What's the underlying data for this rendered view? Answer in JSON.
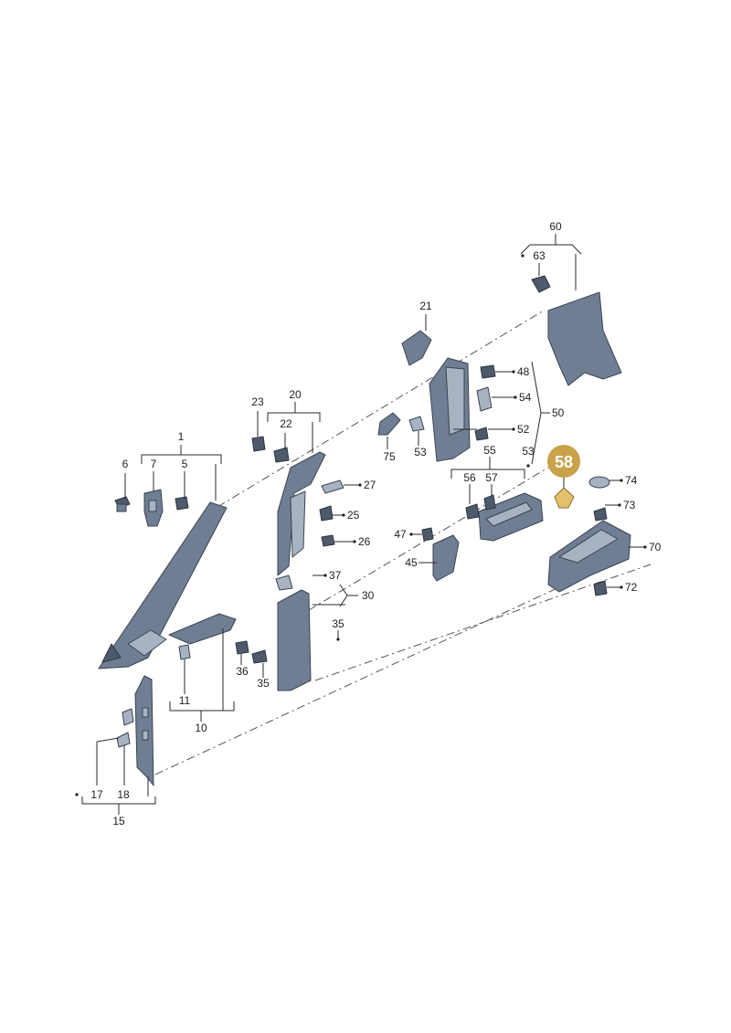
{
  "highlight": {
    "label": "58",
    "color": "#c9a24a"
  },
  "colors": {
    "part": "#6f7e92",
    "part_light": "#a7b3c3",
    "part_dark": "#4d5a6b",
    "lines": "#2a2a2a"
  },
  "labels": {
    "l1": "1",
    "l5": "5",
    "l6": "6",
    "l7": "7",
    "l10": "10",
    "l11": "11",
    "l15": "15",
    "l17": "17",
    "l18": "18",
    "l20": "20",
    "l21": "21",
    "l22": "22",
    "l23": "23",
    "l25": "25",
    "l26": "26",
    "l27": "27",
    "l30": "30",
    "l35": "35",
    "l35b": "35",
    "l36": "36",
    "l37": "37",
    "l45": "45",
    "l47": "47",
    "l48": "48",
    "l50": "50",
    "l52": "52",
    "l53": "53",
    "l53b": "53",
    "l54": "54",
    "l55": "55",
    "l56": "56",
    "l57": "57",
    "l60": "60",
    "l63": "63",
    "l70": "70",
    "l72": "72",
    "l73": "73",
    "l74": "74",
    "l75": "75"
  }
}
